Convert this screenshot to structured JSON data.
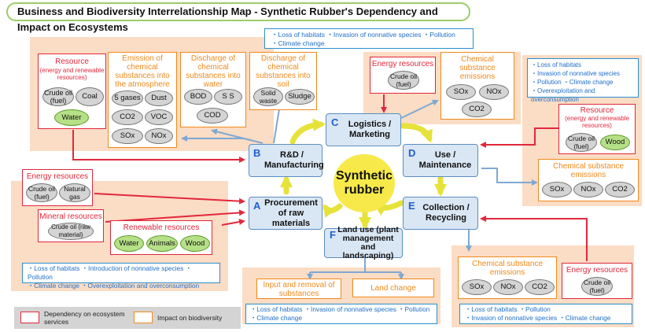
{
  "title": "Business and Biodiversity Interrelationship Map - Synthetic Rubber's Dependency and Impact on Ecosystems",
  "center": "Synthetic rubber",
  "top_impact": [
    "・Loss of habitats ・Invasion of nonnative species ・Pollution",
    "・Climate change"
  ],
  "resource_rnd": {
    "title": "Resource",
    "subtitle": "(energy and renewable resources)",
    "items": [
      "Crude oil (fuel)",
      "Coal",
      "Water"
    ]
  },
  "emission_atm": {
    "title": "Emission of chemical substances into the atmosphere",
    "items": [
      "5 gases",
      "Dust",
      "CO2",
      "VOC",
      "SOx",
      "NOx"
    ]
  },
  "discharge_water": {
    "title": "Discharge of chemical substances into water",
    "items": [
      "BOD",
      "S S",
      "COD"
    ]
  },
  "discharge_soil": {
    "title": "Discharge of chemical substances into soil",
    "items": [
      "Solid waste",
      "Sludge"
    ]
  },
  "energy_logistics": {
    "title": "Energy resources",
    "items": [
      "Crude oil (fuel)"
    ]
  },
  "chem_logistics": {
    "title": "Chemical substance emissions",
    "items": [
      "SOx",
      "NOx",
      "CO2"
    ]
  },
  "right_impact": [
    "・Loss of habitats",
    "・Invasion of nonnative species",
    "・Pollution ・Climate change",
    "・Overexploitation and overconsumption"
  ],
  "resource_use": {
    "title": "Resource",
    "subtitle": "(energy and renewable resources)",
    "items": [
      "Crude oil (fuel)",
      "Wood"
    ]
  },
  "chem_use": {
    "title": "Chemical substance emissions",
    "items": [
      "SOx",
      "NOx",
      "CO2"
    ]
  },
  "energy_proc": {
    "title": "Energy resources",
    "items": [
      "Crude oil (fuel)",
      "Natural gas"
    ]
  },
  "mineral": {
    "title": "Mineral resources",
    "items": [
      "Crude oil (raw material)"
    ]
  },
  "renewable": {
    "title": "Renewable resources",
    "items": [
      "Water",
      "Animals",
      "Wood"
    ]
  },
  "left_impact": [
    "・Loss of habitats ・Introduction of nonnative species ・Pollution",
    "・Climate change ・Overexploitation and overconsumption"
  ],
  "land_input": "Input and removal of substances",
  "land_change": "Land change",
  "bottom_impact": [
    "・Loss of habitats ・Invasion of nonnative species ・Pollution",
    "・Climate change"
  ],
  "chem_collect": {
    "title": "Chemical substance emissions",
    "items": [
      "SOx",
      "NOx",
      "CO2"
    ]
  },
  "energy_collect": {
    "title": "Energy resources",
    "items": [
      "Crude oil (fuel)"
    ]
  },
  "br_impact": [
    "・Loss of habitats ・Pollution",
    "・Invasion of nonnative species ・Climate change"
  ],
  "legend": {
    "dependency": "Dependency on ecosystem services",
    "impact": "Impact on biodiversity"
  },
  "processes": {
    "rnd": {
      "letter": "B",
      "label": "R&D / Manufacturing"
    },
    "logistics": {
      "letter": "C",
      "label": "Logistics / Marketing"
    },
    "use": {
      "letter": "D",
      "label": "Use / Maintenance"
    },
    "procurement": {
      "letter": "A",
      "label": "Procurement of raw materials"
    },
    "collection": {
      "letter": "E",
      "label": "Collection / Recycling"
    },
    "landuse": {
      "letter": "F",
      "label": "Land use (plant management and landscaping)"
    }
  },
  "colors": {
    "dependency": "#e0283c",
    "impact": "#f08a1c",
    "biodiversity_text": "#1f6fc8",
    "process_fill": "#d9e6f4",
    "center_fill": "#f7e94a",
    "cycle_arrow": "#e6e23a"
  }
}
